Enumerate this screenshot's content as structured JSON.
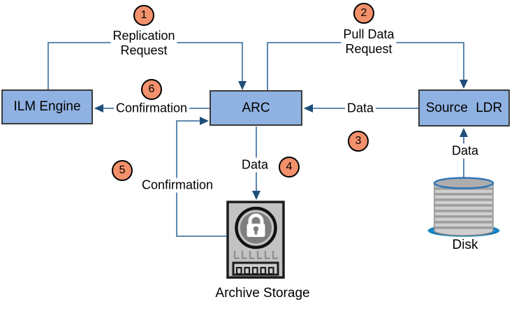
{
  "colors": {
    "node_fill": "#8FB2E2",
    "node_border": "#3B3B3B",
    "connector": "#4C79A5",
    "arrowhead": "#1F4E79",
    "step_badge_fill": "#F2916C",
    "step_badge_border": "#000000",
    "archive_icon_gray": "#C2C2C2",
    "disk_blue": "#2E74B5",
    "disk_base_blue": "#1792D6"
  },
  "nodes": {
    "ilm": {
      "label": "ILM Engine"
    },
    "arc": {
      "label": "ARC"
    },
    "ldr": {
      "label": "Source LDR"
    }
  },
  "steps": {
    "step1": {
      "number": "1",
      "line1": "Replication",
      "line2": "Request"
    },
    "step2": {
      "number": "2",
      "line1": "Pull Data",
      "line2": "Request"
    },
    "step3": {
      "number": "3",
      "label": "Data"
    },
    "step4": {
      "number": "4",
      "label": "Data"
    },
    "step5": {
      "number": "5",
      "label": "Confirmation"
    },
    "step6": {
      "number": "6",
      "label": "Confirmation"
    }
  },
  "edges": {
    "disk_to_ldr": {
      "label": "Data"
    }
  },
  "icons": {
    "archive": {
      "caption": "Archive Storage"
    },
    "disk": {
      "caption": "Disk"
    }
  }
}
